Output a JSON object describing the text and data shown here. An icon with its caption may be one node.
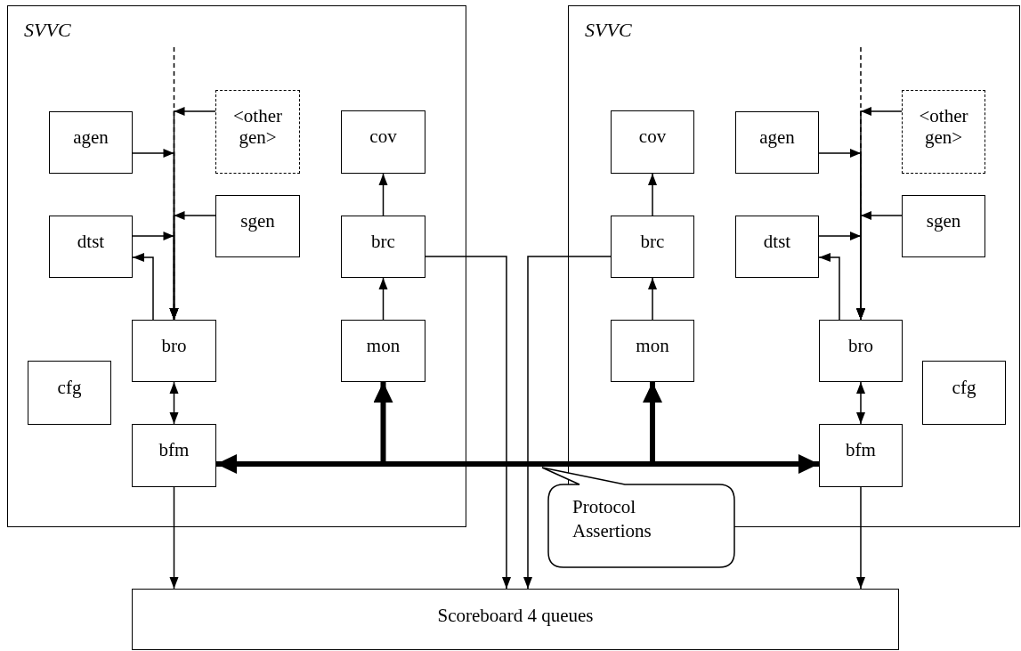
{
  "diagram": {
    "nodes": [
      {
        "text": [
          "SVVC"
        ]
      },
      {
        "text": [
          "agen"
        ],
        "in": 0
      },
      {
        "text": [
          "<other gen>"
        ],
        "in": 0
      },
      {
        "text": [
          "cov"
        ],
        "in": 0
      },
      {
        "text": [
          "sgen"
        ],
        "in": 0
      },
      {
        "text": [
          "dtst"
        ],
        "in": 0
      },
      {
        "text": [
          "brc"
        ],
        "in": 0
      },
      {
        "text": [
          "bro"
        ],
        "in": 0
      },
      {
        "text": [
          "mon"
        ],
        "in": 0
      },
      {
        "text": [
          "cfg"
        ],
        "in": 0
      },
      {
        "text": [
          "bfm"
        ],
        "in": 0
      },
      {
        "text": [
          "SVVC"
        ]
      },
      {
        "text": [
          "cov"
        ],
        "in": 11
      },
      {
        "text": [
          "agen"
        ],
        "in": 11
      },
      {
        "text": [
          "<other gen>"
        ],
        "in": 11
      },
      {
        "text": [
          "brc"
        ],
        "in": 11
      },
      {
        "text": [
          "dtst"
        ],
        "in": 11
      },
      {
        "text": [
          "sgen"
        ],
        "in": 11
      },
      {
        "text": [
          "mon"
        ],
        "in": 11
      },
      {
        "text": [
          "bro"
        ],
        "in": 11
      },
      {
        "text": [
          "cfg"
        ],
        "in": 11
      },
      {
        "text": [
          "bfm"
        ],
        "in": 11
      },
      {
        "text": [
          "Protocol Assertions"
        ]
      },
      {
        "text": [
          "Scoreboard 4 queues"
        ]
      }
    ],
    "edges": [
      {
        "from": 1,
        "to": 7,
        "arrow": "to"
      },
      {
        "from": 2,
        "to": 7,
        "arrow": "to"
      },
      {
        "from": 4,
        "to": 7,
        "arrow": "to"
      },
      {
        "from": 5,
        "to": 7,
        "arrow": "to"
      },
      {
        "from": null,
        "to": 7,
        "arrow": "to",
        "style": "dashed"
      },
      {
        "from": 7,
        "to": 5,
        "arrow": "to"
      },
      {
        "from": 7,
        "to": 10,
        "arrow": "both"
      },
      {
        "from": 6,
        "to": 3,
        "arrow": "to"
      },
      {
        "from": 8,
        "to": 6,
        "arrow": "to"
      },
      {
        "from": 10,
        "to": 21,
        "arrow": "both",
        "style": "thick"
      },
      {
        "from": 10,
        "to": 8,
        "arrow": "to",
        "style": "thick"
      },
      {
        "from": 21,
        "to": 18,
        "arrow": "to",
        "style": "thick"
      },
      {
        "from": 10,
        "to": 23,
        "arrow": "to"
      },
      {
        "from": 6,
        "to": 23,
        "arrow": "to"
      },
      {
        "from": 15,
        "to": 23,
        "arrow": "to"
      },
      {
        "from": 21,
        "to": 23,
        "arrow": "to"
      },
      {
        "from": 13,
        "to": 19,
        "arrow": "to"
      },
      {
        "from": 14,
        "to": 19,
        "arrow": "to"
      },
      {
        "from": 17,
        "to": 19,
        "arrow": "to"
      },
      {
        "from": 16,
        "to": 19,
        "arrow": "to"
      },
      {
        "from": null,
        "to": 19,
        "arrow": "to",
        "style": "dashed"
      },
      {
        "from": 19,
        "to": 16,
        "arrow": "to"
      },
      {
        "from": 19,
        "to": 21,
        "arrow": "both"
      },
      {
        "from": 15,
        "to": 12,
        "arrow": "to"
      },
      {
        "from": 18,
        "to": 15,
        "arrow": "to"
      }
    ]
  }
}
